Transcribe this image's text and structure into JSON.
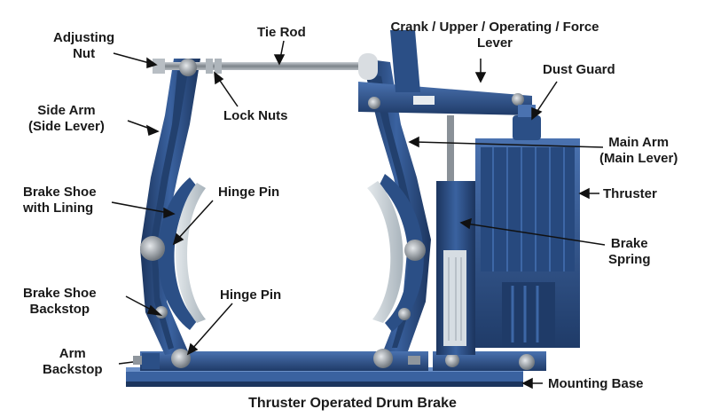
{
  "caption": "Thruster Operated Drum Brake",
  "labels": {
    "adjusting_nut": [
      "Adjusting",
      "Nut"
    ],
    "tie_rod": [
      "Tie Rod"
    ],
    "crank_lever": [
      "Crank / Upper / Operating / Force",
      "Lever"
    ],
    "dust_guard": [
      "Dust Guard"
    ],
    "side_arm": [
      "Side Arm",
      "(Side Lever)"
    ],
    "lock_nuts": [
      "Lock Nuts"
    ],
    "main_arm": [
      "Main Arm",
      "(Main Lever)"
    ],
    "brake_shoe": [
      "Brake Shoe",
      "with Lining"
    ],
    "hinge_pin_upper": [
      "Hinge Pin"
    ],
    "thruster": [
      "Thruster"
    ],
    "brake_spring": [
      "Brake",
      "Spring"
    ],
    "brake_shoe_backstop": [
      "Brake Shoe",
      "Backstop"
    ],
    "hinge_pin_lower": [
      "Hinge Pin"
    ],
    "arm_backstop": [
      "Arm",
      "Backstop"
    ],
    "mounting_base": [
      "Mounting Base"
    ]
  },
  "colors": {
    "steel_blue": "#2b4f86",
    "steel_blue_dark": "#1c355e",
    "steel_blue_light": "#4a72b0",
    "metal": "#9aa1a8",
    "lining": "#c9d2d8",
    "label_text": "#1a1a1a",
    "leader": "#111111"
  }
}
